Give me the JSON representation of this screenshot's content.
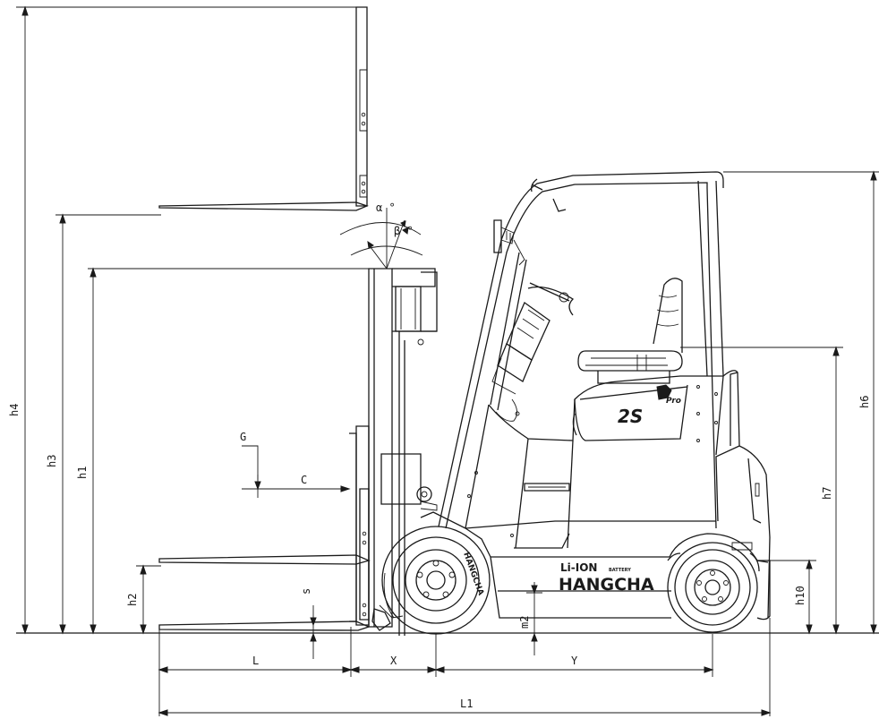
{
  "dimension_labels": {
    "h4": "h4",
    "h3": "h3",
    "h1": "h1",
    "h2": "h2",
    "G": "G",
    "C": "C",
    "s": "s",
    "L": "L",
    "X": "X",
    "Y": "Y",
    "L1": "L1",
    "m2": "m2",
    "h6": "h6",
    "h7": "h7",
    "h10": "h10",
    "alpha": "α °",
    "beta": "β °"
  },
  "markings": {
    "model": "2S",
    "li_ion": "Li-ION",
    "battery": "BATTERY",
    "brand": "HANGCHA"
  }
}
